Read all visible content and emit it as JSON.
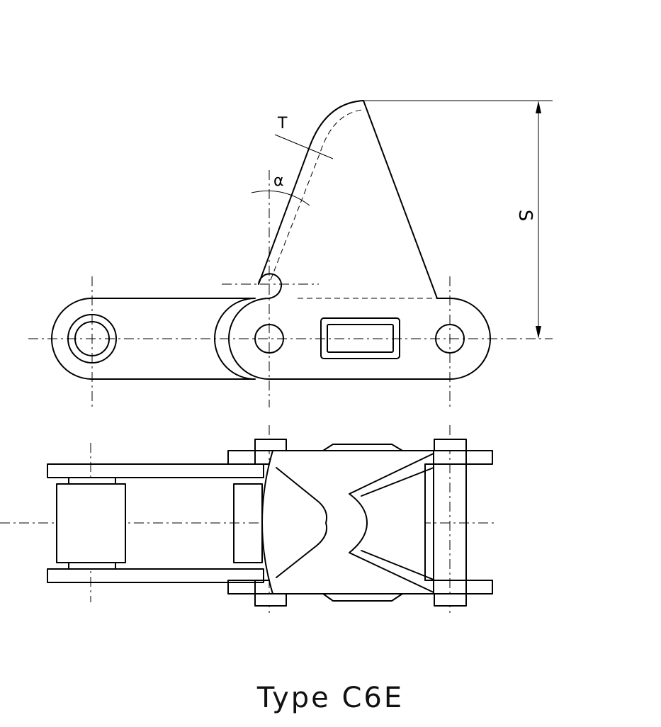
{
  "caption": "Type C6E",
  "labels": {
    "thickness": "T",
    "angle": "α",
    "height": "S"
  }
}
